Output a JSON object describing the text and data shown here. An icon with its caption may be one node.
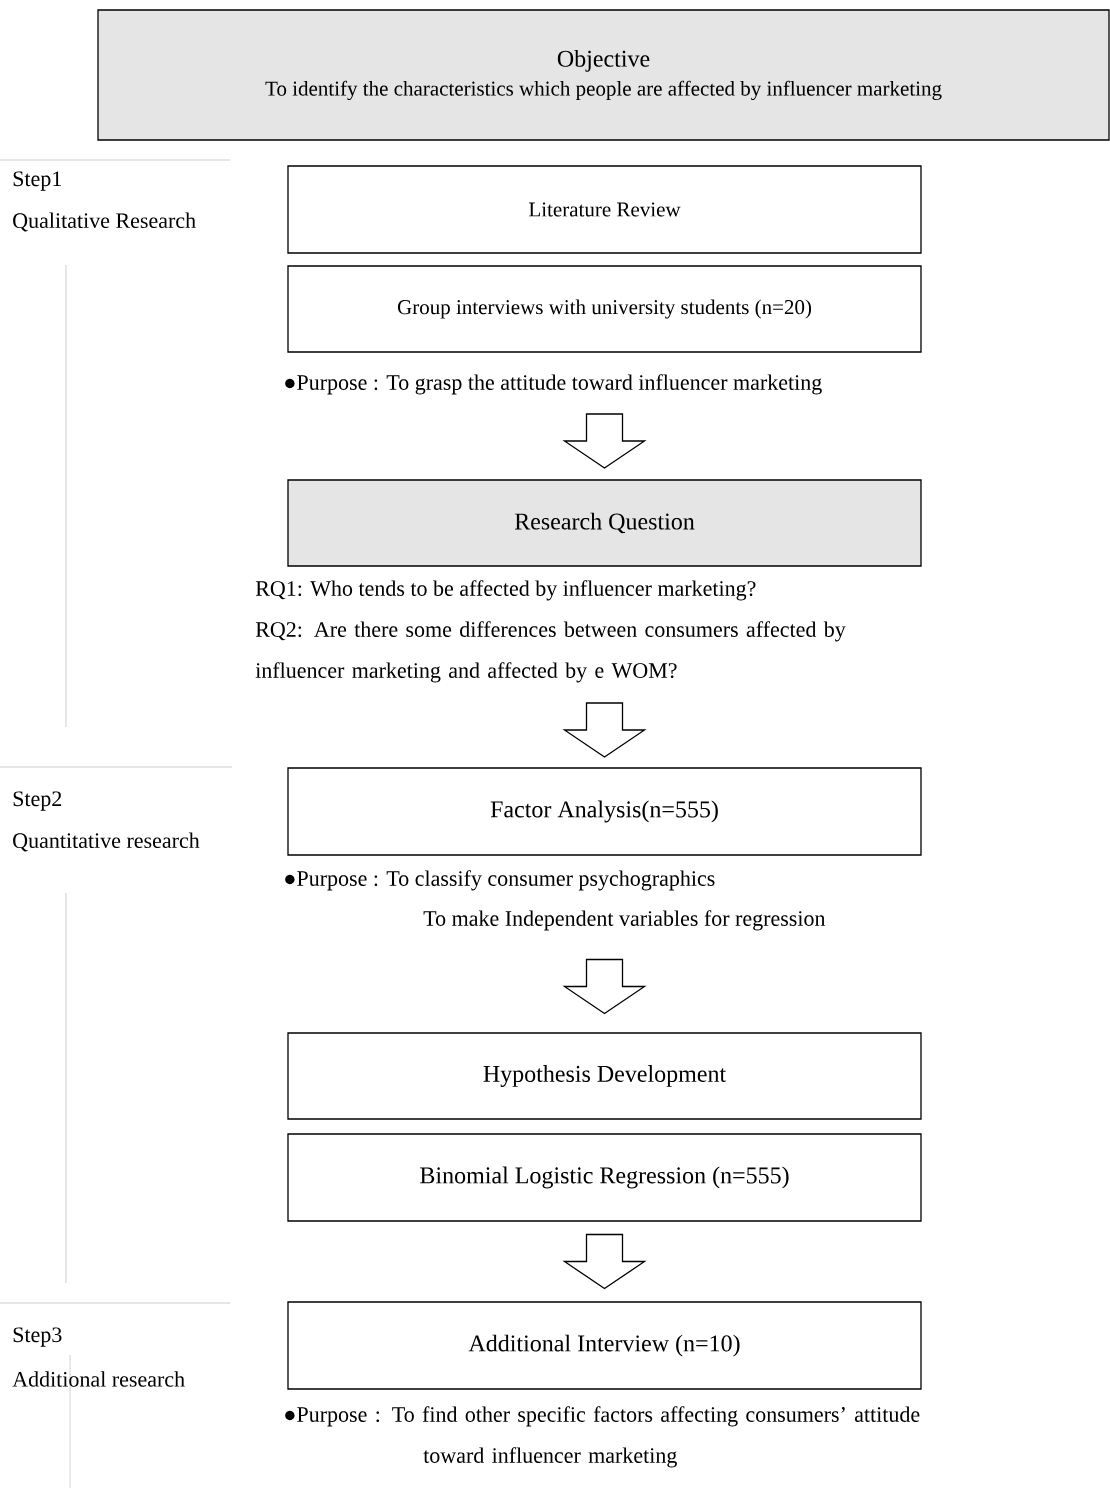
{
  "diagram": {
    "nodes": [
      {
        "text": [
          "Objective",
          "To identify the characteristics which people are affected by influencer marketing"
        ]
      },
      {
        "text": [
          "Literature Review"
        ]
      },
      {
        "text": [
          "Group interviews with university students (n=20)"
        ],
        "beside": [
          "●Purpose : To grasp the attitude toward influencer marketing"
        ]
      },
      {
        "text": [
          "Research Question"
        ],
        "beside": [
          "RQ1: Who tends to be affected by influencer marketing?",
          "RQ2: Are there some differences between consumers affected by influencer marketing and affected by e WOM?"
        ]
      },
      {
        "text": [
          "Factor Analysis(n=555)"
        ],
        "beside": [
          "●Purpose : To classify consumer psychographics",
          "To make Independent variables for regression"
        ]
      },
      {
        "text": [
          "Hypothesis Development"
        ]
      },
      {
        "text": [
          "Binomial Logistic Regression (n=555)"
        ]
      },
      {
        "text": [
          "Additional Interview (n=10)"
        ],
        "beside": [
          "●Purpose : To find other specific factors affecting consumers’ attitude toward influencer marketing"
        ]
      }
    ],
    "edges": [
      {
        "from": 2,
        "to": 3,
        "arrow": "to"
      },
      {
        "from": 3,
        "to": 4,
        "arrow": "to"
      },
      {
        "from": 4,
        "to": 5,
        "arrow": "to"
      },
      {
        "from": 6,
        "to": 7,
        "arrow": "to"
      }
    ],
    "labels": [
      "Step1",
      "Qualitative Research",
      "Step2",
      "Quantitative research",
      "Step3",
      "Additional research"
    ]
  }
}
